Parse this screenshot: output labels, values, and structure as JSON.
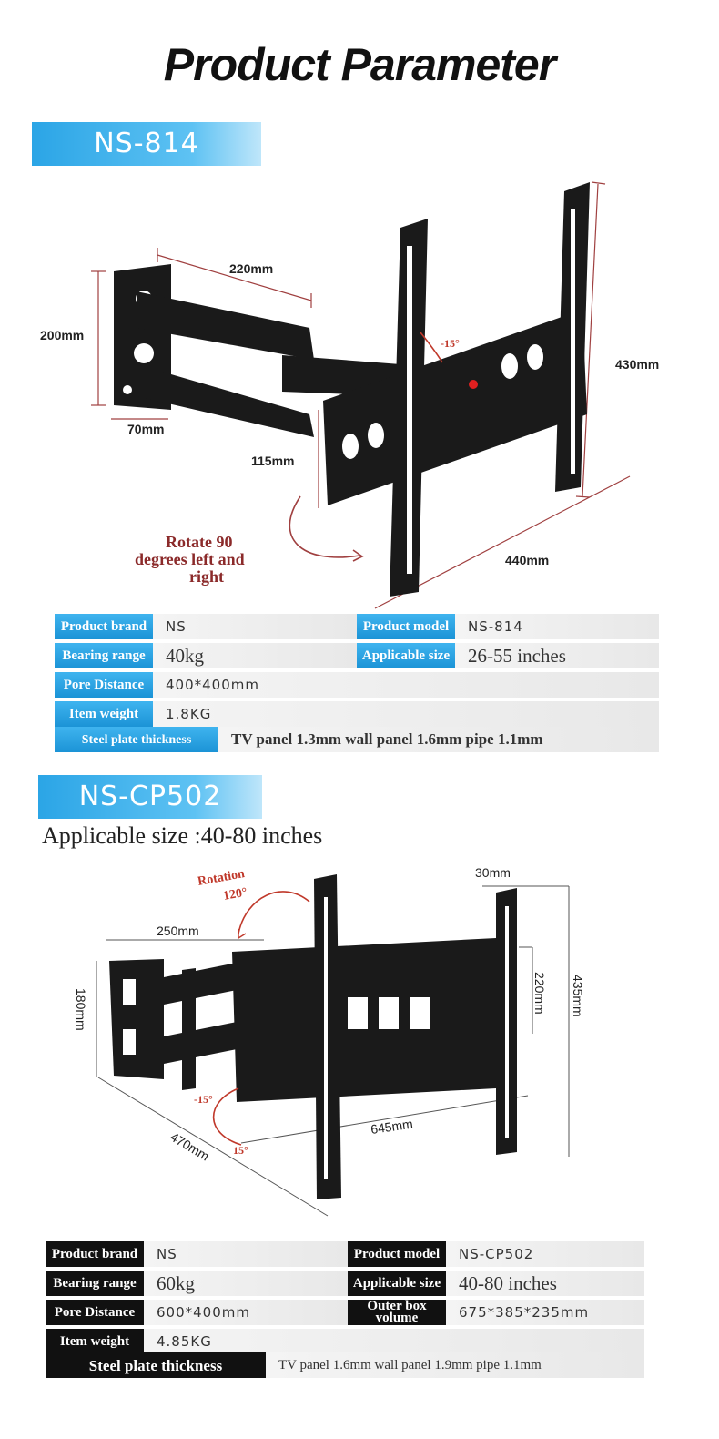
{
  "page_title": "Product Parameter",
  "products": [
    {
      "model_banner": "NS-814",
      "dimensions": {
        "width_arm": "220mm",
        "height_plate": "200mm",
        "plate_width": "70mm",
        "offset": "115mm",
        "panel_height": "430mm",
        "panel_width": "440mm",
        "tilt": "-15°"
      },
      "rotation_note": [
        "Rotate 90",
        "degrees left and",
        "right"
      ],
      "specs": {
        "brand_label": "Product brand",
        "brand_value": "NS",
        "model_label": "Product model",
        "model_value": "NS-814",
        "bearing_label": "Bearing range",
        "bearing_value": "40kg",
        "size_label": "Applicable size",
        "size_value": "26-55 inches",
        "pore_label": "Pore Distance",
        "pore_value": "400*400mm",
        "weight_label": "Item weight",
        "weight_value": "1.8KG",
        "steel_label": "Steel plate thickness",
        "steel_value": "TV panel 1.3mm wall panel 1.6mm pipe 1.1mm"
      }
    },
    {
      "model_banner": "NS-CP502",
      "subtitle": "Applicable size :40-80 inches",
      "dimensions": {
        "arm": "250mm",
        "height_plate": "180mm",
        "depth": "30mm",
        "inner_height": "220mm",
        "panel_height": "435mm",
        "panel_width": "645mm",
        "extension": "470mm",
        "tilt_up": "-15°",
        "tilt_down": "15°"
      },
      "rotation_note": [
        "Rotation",
        "120°"
      ],
      "specs": {
        "brand_label": "Product brand",
        "brand_value": "NS",
        "model_label": "Product model",
        "model_value": "NS-CP502",
        "bearing_label": "Bearing range",
        "bearing_value": "60kg",
        "size_label": "Applicable size",
        "size_value": "40-80 inches",
        "pore_label": "Pore Distance",
        "pore_value": "600*400mm",
        "outer_label": "Outer box volume",
        "outer_value": "675*385*235mm",
        "weight_label": "Item weight",
        "weight_value": "4.85KG",
        "steel_label": "Steel plate thickness",
        "steel_value": "TV panel 1.6mm wall panel 1.9mm pipe 1.1mm"
      }
    }
  ],
  "colors": {
    "banner_blue": "#2ba5e6",
    "label_blue": "#1b93d6",
    "label_black": "#111111",
    "note_red": "#8b2a2a"
  }
}
